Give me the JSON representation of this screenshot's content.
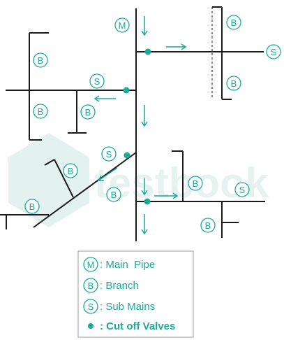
{
  "colors": {
    "pipe": "#1a1a1a",
    "accent": "#1aaa9a",
    "legend_border": "#999999",
    "watermark": "#e3f1ef"
  },
  "markers": {
    "main": "M",
    "branch": "B",
    "sub_main": "S"
  },
  "watermark_text": "testbook",
  "legend": {
    "main_pipe": ": Main  Pipe",
    "branch": ": Branch",
    "sub_mains": ": Sub Mains",
    "cut_off_valves": ": Cut off Valves"
  }
}
